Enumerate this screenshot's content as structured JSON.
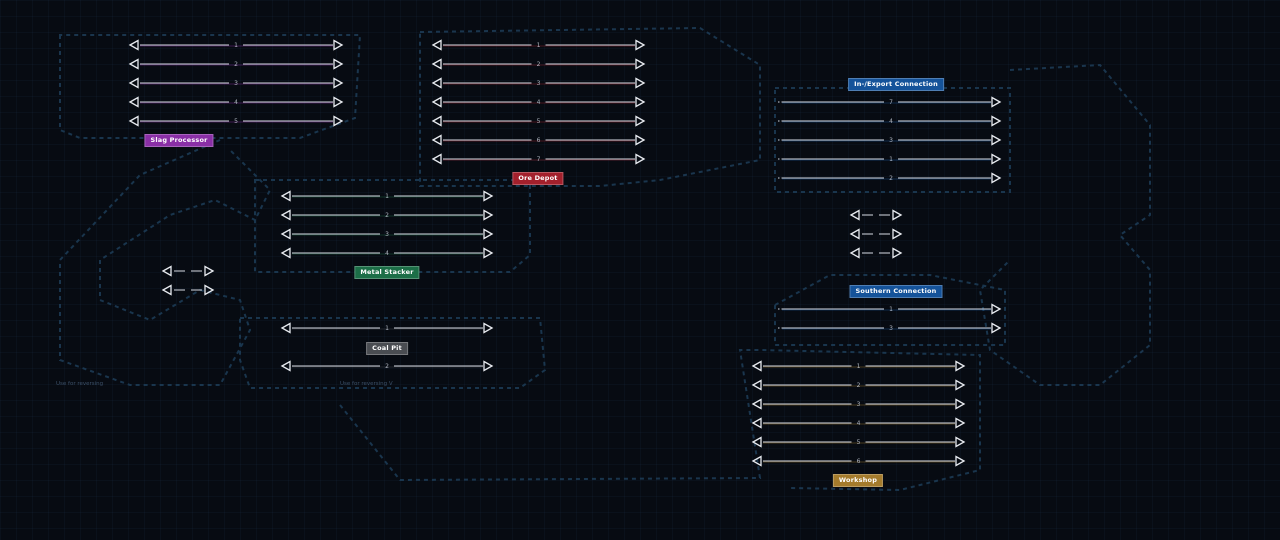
{
  "colors": {
    "background": "#070b12",
    "outline": "#1d3d58",
    "track": "#d7dbe4",
    "arrow": "#e8ebf0",
    "slag": "#8a2fa6",
    "ore": "#a3202c",
    "metal": "#1c6e47",
    "coal": "#4a4d52",
    "import": "#15539a",
    "southern": "#15539a",
    "workshop": "#a47b2c"
  },
  "sections": {
    "slag": {
      "label": "Slag Processor",
      "tracks": [
        "1",
        "2",
        "3",
        "4",
        "5"
      ]
    },
    "ore": {
      "label": "Ore Depot",
      "tracks": [
        "1",
        "2",
        "3",
        "4",
        "5",
        "6",
        "7"
      ]
    },
    "metal": {
      "label": "Metal Stacker",
      "tracks": [
        "1",
        "2",
        "3",
        "4"
      ]
    },
    "coal": {
      "label": "Coal Pit",
      "tracks": [
        "1",
        "2"
      ]
    },
    "import": {
      "label": "In-/Export Connection",
      "tracks": [
        "7",
        "4",
        "3",
        "1",
        "2"
      ]
    },
    "southern": {
      "label": "Southern Connection",
      "tracks": [
        "1",
        "3"
      ]
    },
    "workshop": {
      "label": "Workshop",
      "tracks": [
        "1",
        "2",
        "3",
        "4",
        "5",
        "6"
      ]
    }
  },
  "switches": {
    "left_count": 2,
    "right_count": 3
  },
  "hints": {
    "left": "Use for reversing",
    "center": "Use for reversing V"
  }
}
